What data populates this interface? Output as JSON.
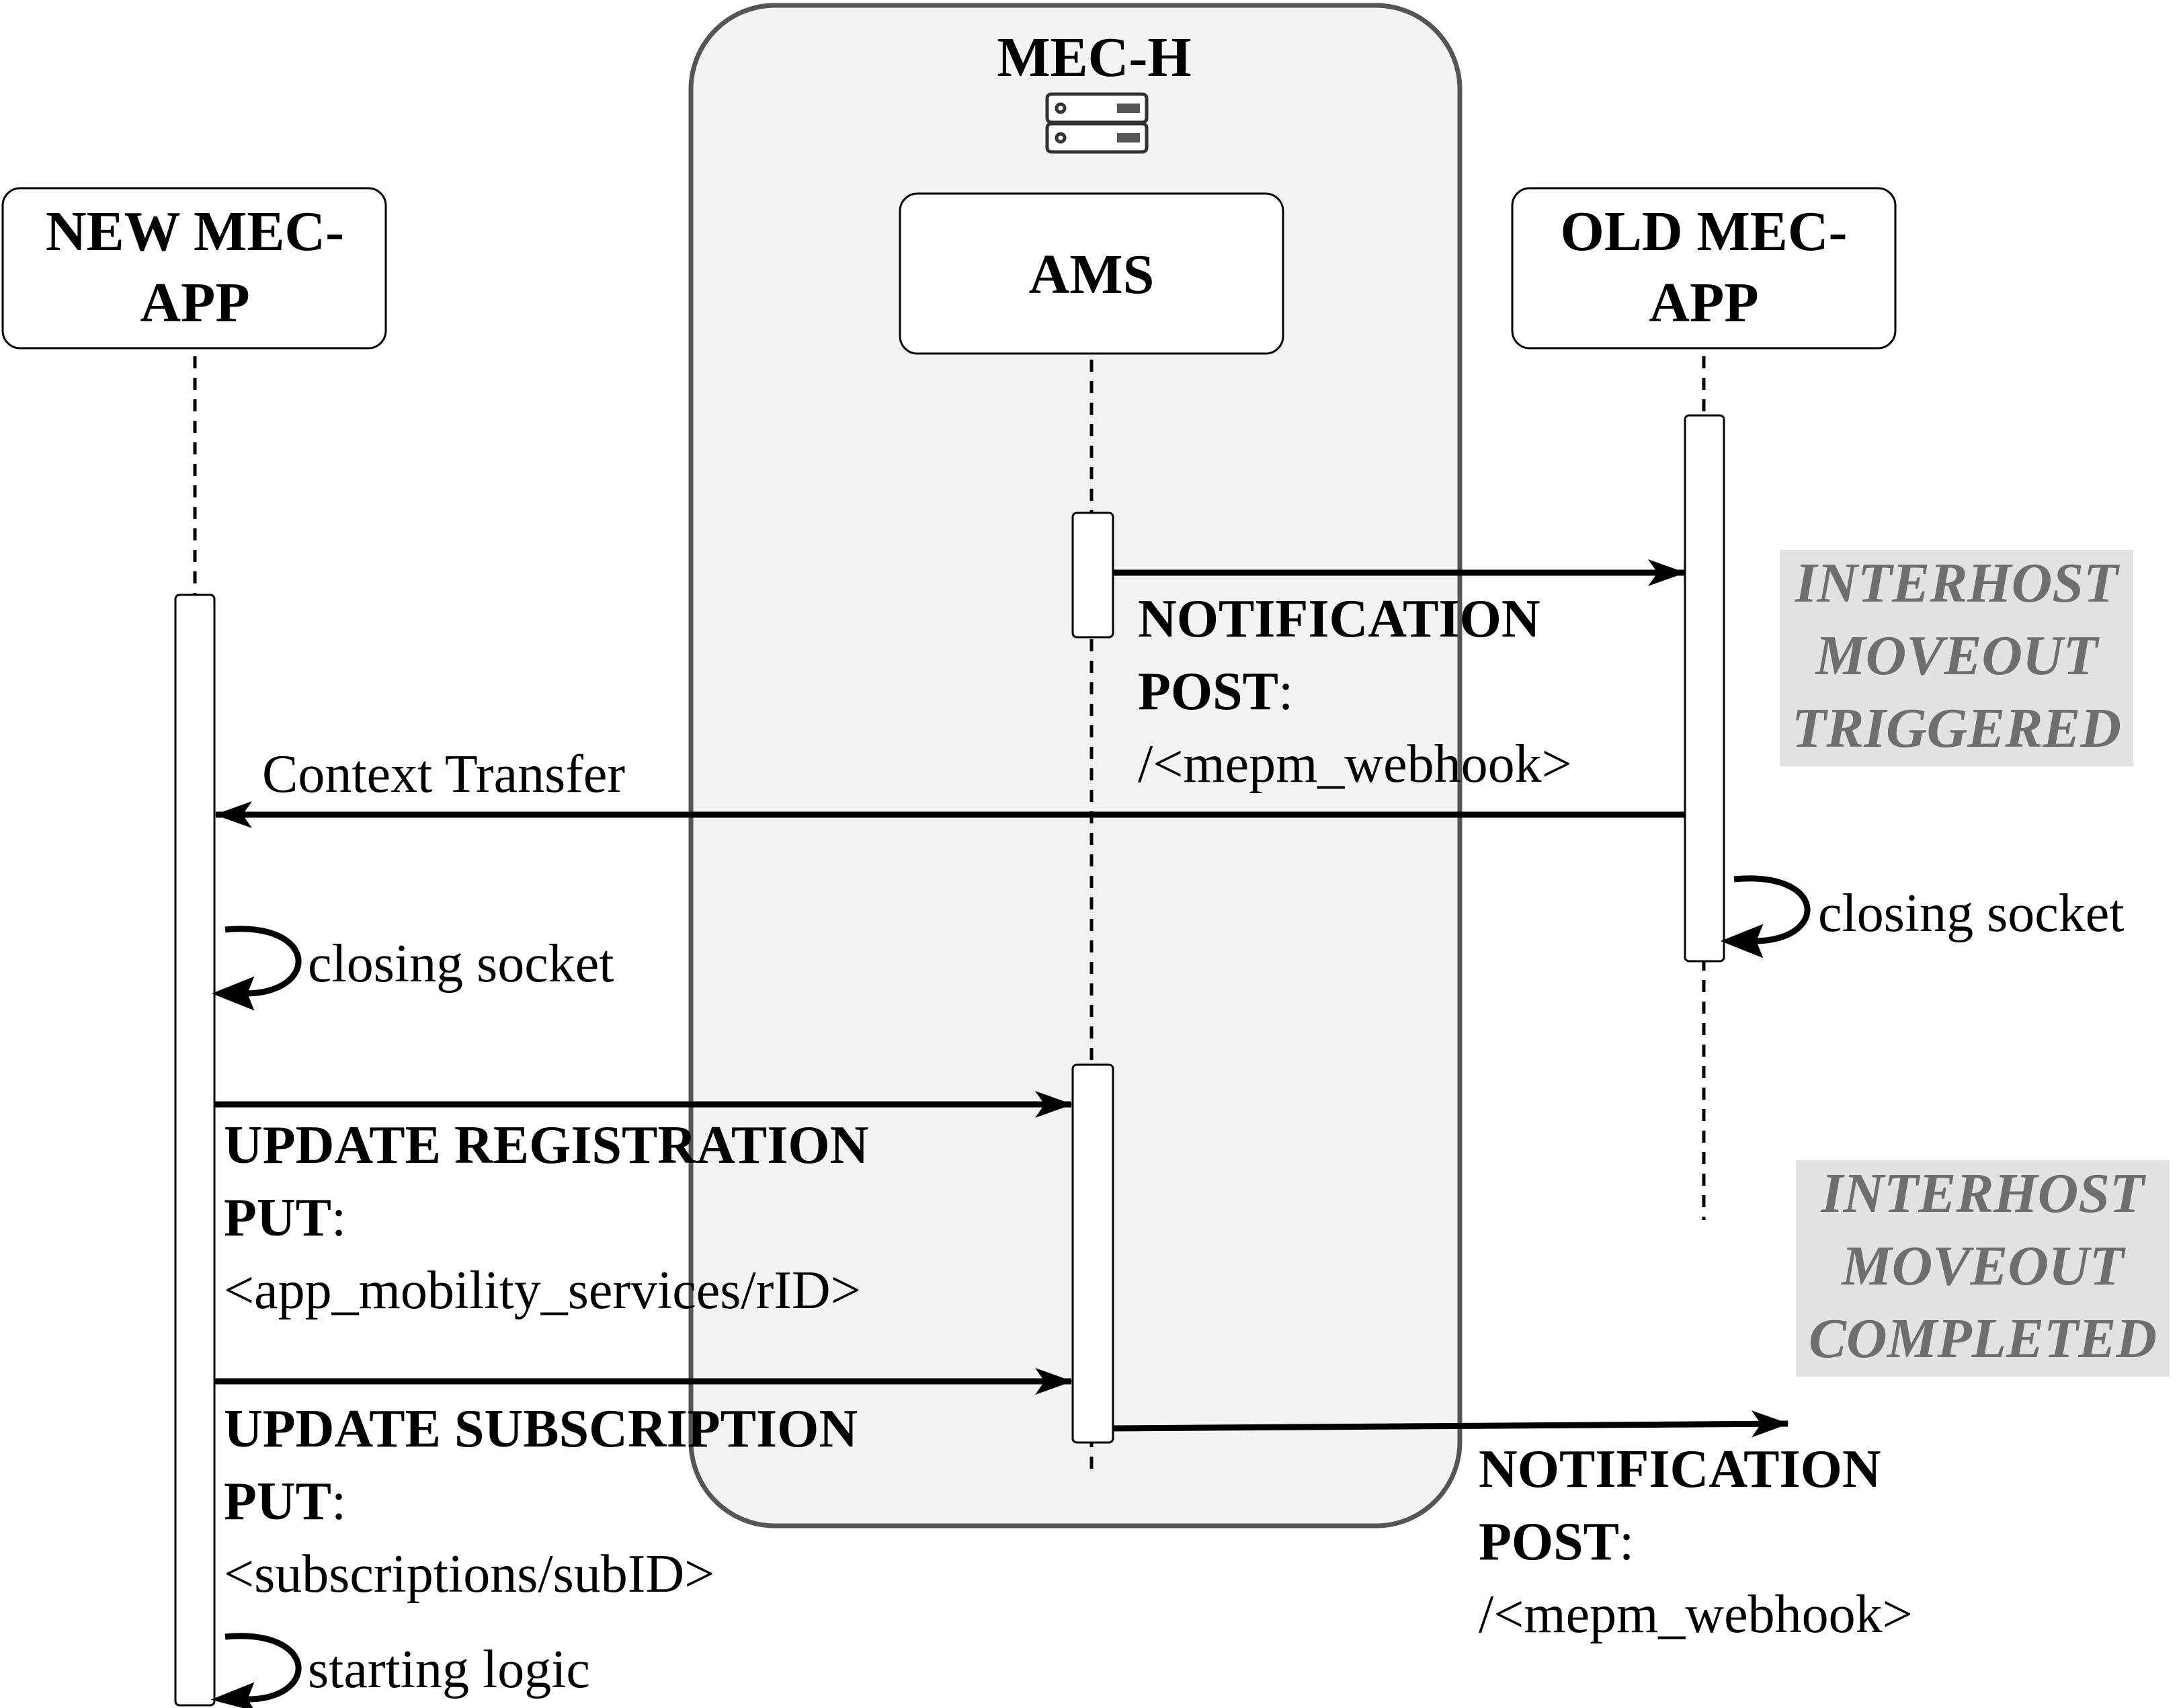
{
  "host": {
    "title": "MEC-H",
    "icon": "server-rack-icon"
  },
  "participants": {
    "new_app": {
      "line1": "NEW MEC-",
      "line2": "APP"
    },
    "ams": {
      "label": "AMS"
    },
    "old_app": {
      "line1": "OLD MEC-",
      "line2": "APP"
    }
  },
  "messages": {
    "notification_1": {
      "title": "NOTIFICATION",
      "method": "POST",
      "colon": ":",
      "path": "/<mepm_webhook>"
    },
    "context_transfer": {
      "label": "Context Transfer"
    },
    "closing_socket_old": {
      "label": "closing socket"
    },
    "closing_socket_new": {
      "label": "closing socket"
    },
    "update_registration": {
      "title": "UPDATE REGISTRATION",
      "method": "PUT",
      "colon": ":",
      "path": "<app_mobility_services/rID>"
    },
    "update_subscription": {
      "title": "UPDATE SUBSCRIPTION",
      "method": "PUT",
      "colon": ":",
      "path": "<subscriptions/subID>"
    },
    "notification_2": {
      "title": "NOTIFICATION",
      "method": "POST",
      "colon": ":",
      "path": "/<mepm_webhook>"
    },
    "starting_logic": {
      "label": "starting logic"
    }
  },
  "states": {
    "triggered": {
      "line1": "INTERHOST",
      "line2": "MOVEOUT",
      "line3": "TRIGGERED"
    },
    "completed": {
      "line1": "INTERHOST",
      "line2": "MOVEOUT",
      "line3": "COMPLETED"
    }
  },
  "colors": {
    "host_fill": "#f3f3f3",
    "host_stroke": "#555555",
    "state_highlight": "#e2e2e2",
    "state_text": "#6e6e6e",
    "line": "#000000"
  }
}
